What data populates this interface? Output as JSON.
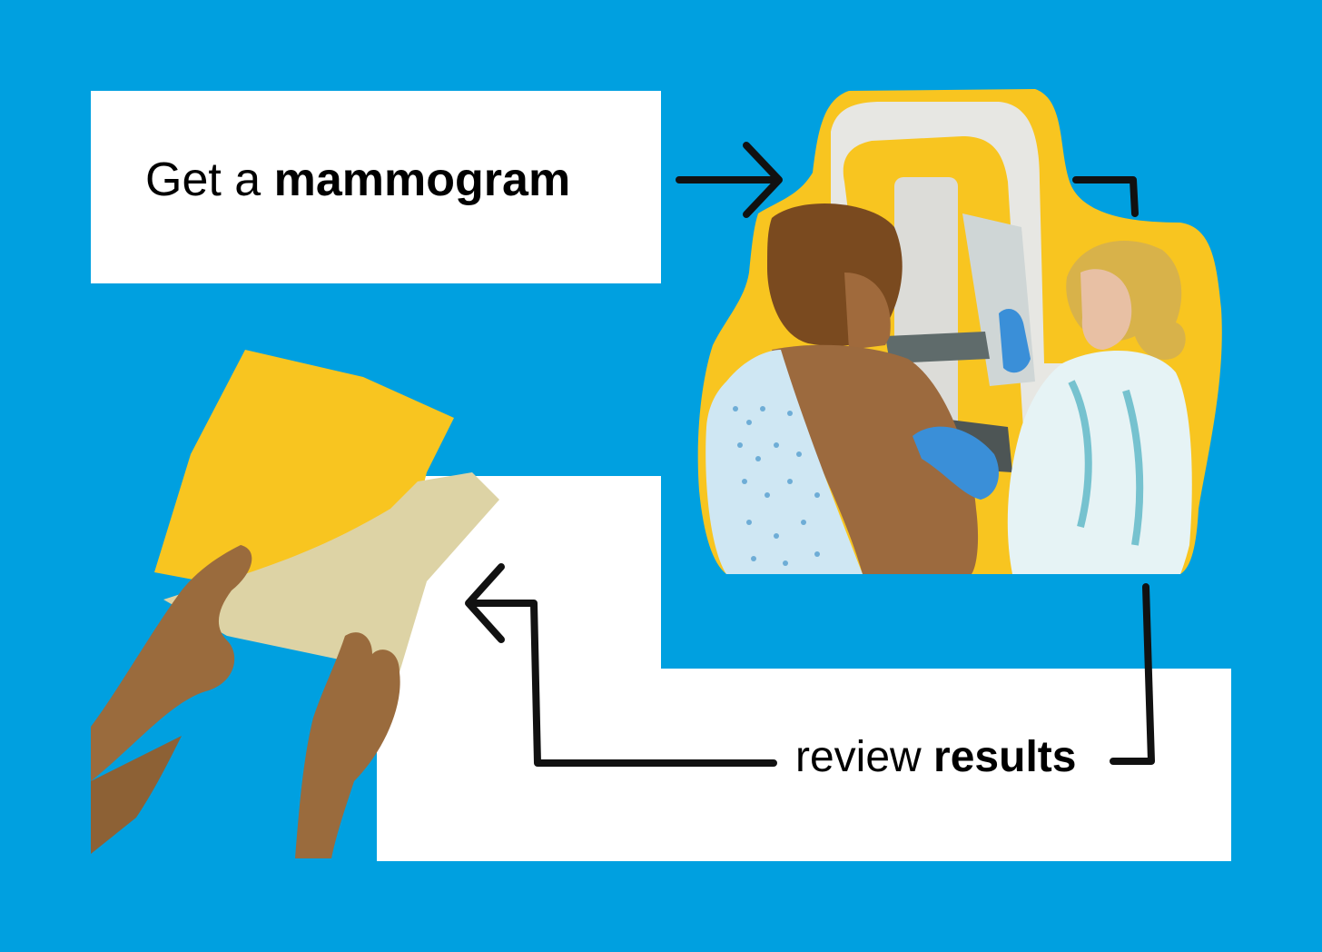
{
  "steps": {
    "get": {
      "prefix": "Get a ",
      "emphasis": "mammogram"
    },
    "review": {
      "prefix": "review ",
      "emphasis": "results"
    }
  },
  "colors": {
    "background": "#00a0e0",
    "box": "#ffffff",
    "accent_yellow": "#f8c520",
    "arrow": "#111111"
  },
  "illustrations": {
    "mammogram_scene": "mammogram-exam-illustration",
    "folder_hands": "hands-holding-folders-illustration"
  }
}
